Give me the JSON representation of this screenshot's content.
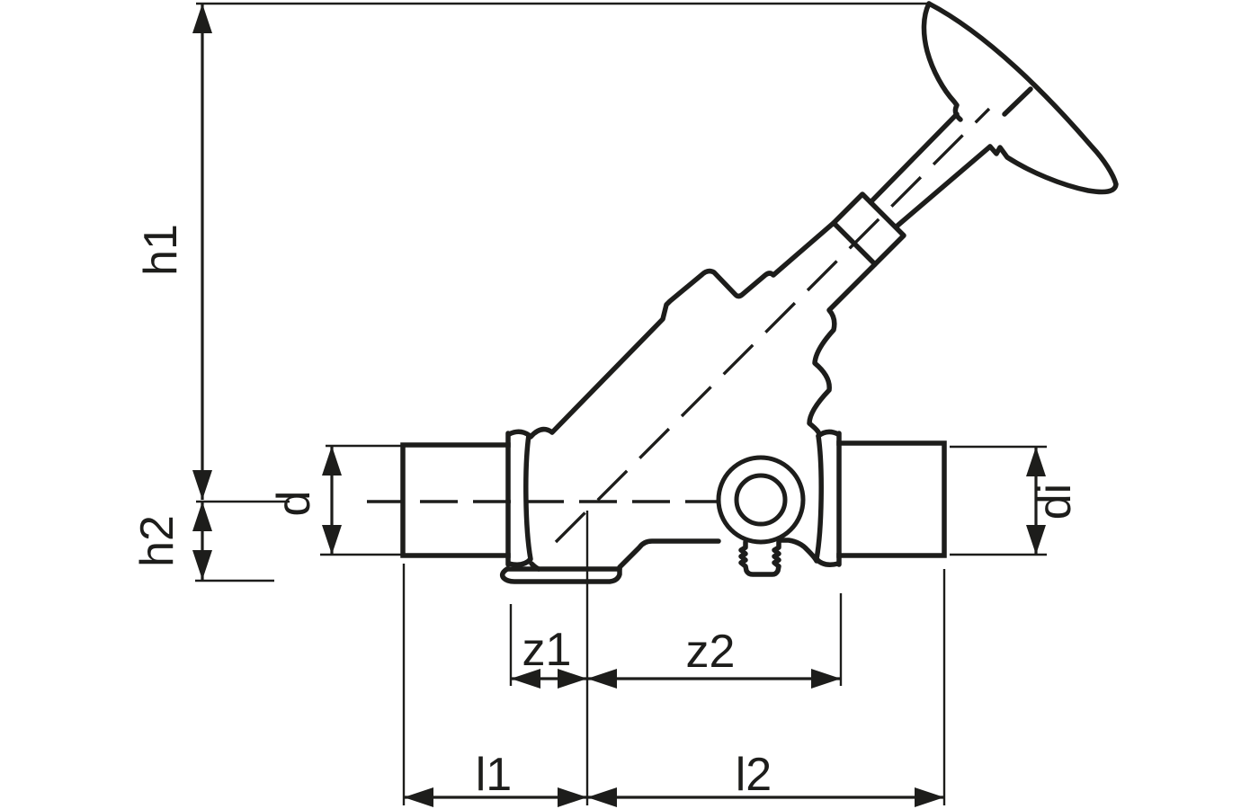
{
  "figure": {
    "description": "Angle-seat stop valve side-view technical drawing with dimension arrows",
    "colors": {
      "ink": "#1d1d1b",
      "background": "#ffffff"
    }
  },
  "dimensions": {
    "h1": "h1",
    "h2": "h2",
    "d": "d",
    "di": "di",
    "z1": "z1",
    "z2": "z2",
    "l1": "l1",
    "l2": "l2"
  }
}
